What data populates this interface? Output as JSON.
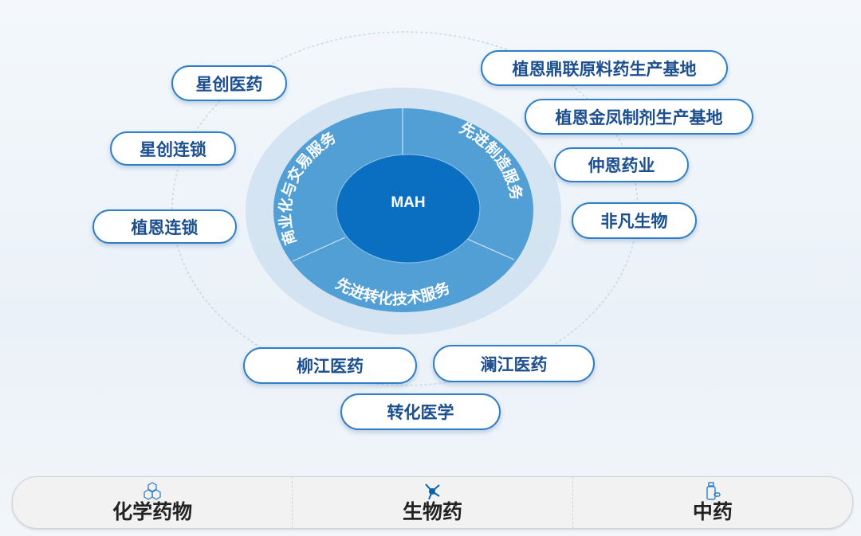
{
  "center": {
    "label": "MAH"
  },
  "services": [
    "商业化与交易服务",
    "先进制造服务",
    "先进转化技术服务"
  ],
  "entities": {
    "left": [
      "星创医药",
      "星创连锁",
      "植恩连锁"
    ],
    "right": [
      "植恩鼎联原料药生产基地",
      "植恩金凤制剂生产基地",
      "仲恩药业",
      "非凡生物"
    ],
    "bottom": [
      "柳江医药",
      "澜江医药",
      "转化医学"
    ]
  },
  "categories": [
    {
      "label": "化学药物",
      "icon": "hexagon-molecule-icon"
    },
    {
      "label": "生物药",
      "icon": "molecule-node-icon"
    },
    {
      "label": "中药",
      "icon": "medicine-bottle-icon"
    }
  ],
  "colors": {
    "inner": "#0a6fc0",
    "ring": "#529fd6",
    "halo": "#c9dcee",
    "pill_border": "#2f7fc8",
    "pill_text": "#1b4f8f"
  }
}
